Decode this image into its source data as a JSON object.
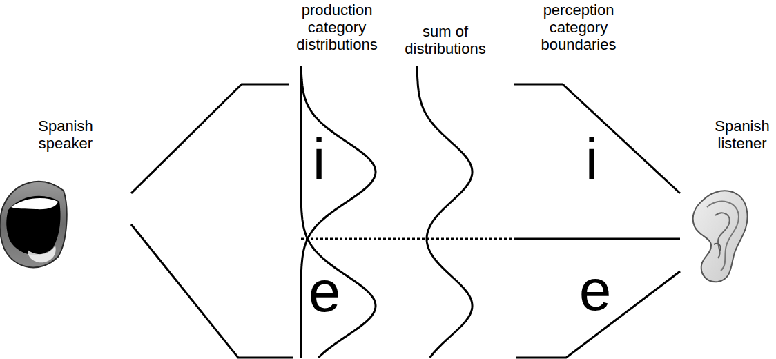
{
  "diagram": {
    "labels": [
      "production category distributions",
      "sum of distributions",
      "perception category boundaries",
      "Spanish speaker",
      "Spanish listener",
      "i",
      "e",
      "i",
      "e"
    ]
  }
}
